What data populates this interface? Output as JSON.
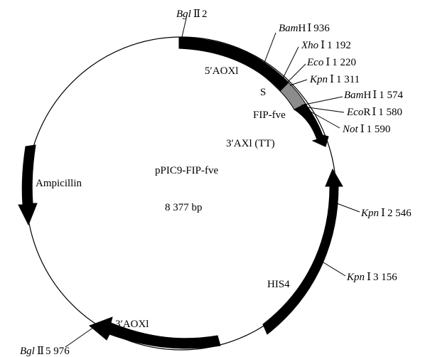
{
  "plasmid": {
    "name": "pPIC9-FIP-fve",
    "size": "8 377 bp"
  },
  "features": {
    "aox1_5": "5′AOXl",
    "signal": "S",
    "insert": "FIP-fve",
    "tt": "3′AXl (TT)",
    "amp": "Ampicillin",
    "his4": "HIS4",
    "aox1_3": "3′AOXl"
  },
  "sites": [
    {
      "enzyme": "Bgl",
      "roman": "Ⅱ",
      "position": "2"
    },
    {
      "enzyme": "Bam",
      "suffix": "H",
      "roman": "Ⅰ",
      "position": "936"
    },
    {
      "enzyme": "Xho",
      "roman": "Ⅰ",
      "position": "1 192"
    },
    {
      "enzyme": "Eco",
      "roman": "Ⅰ",
      "position": "1 220"
    },
    {
      "enzyme": "Kpn",
      "roman": "Ⅰ",
      "position": "1 311"
    },
    {
      "enzyme": "Bam",
      "suffix": "H",
      "roman": "Ⅰ",
      "position": "1 574"
    },
    {
      "enzyme": "Eco",
      "suffix": "R",
      "roman": "Ⅰ",
      "position": "1 580"
    },
    {
      "enzyme": "Not",
      "roman": "Ⅰ",
      "position": "1 590"
    },
    {
      "enzyme": "Kpn",
      "roman": "Ⅰ",
      "position": "2 546"
    },
    {
      "enzyme": "Kpn",
      "roman": "Ⅰ",
      "position": "3 156"
    },
    {
      "enzyme": "Bgl",
      "roman": "Ⅱ",
      "position": "5 976"
    }
  ]
}
